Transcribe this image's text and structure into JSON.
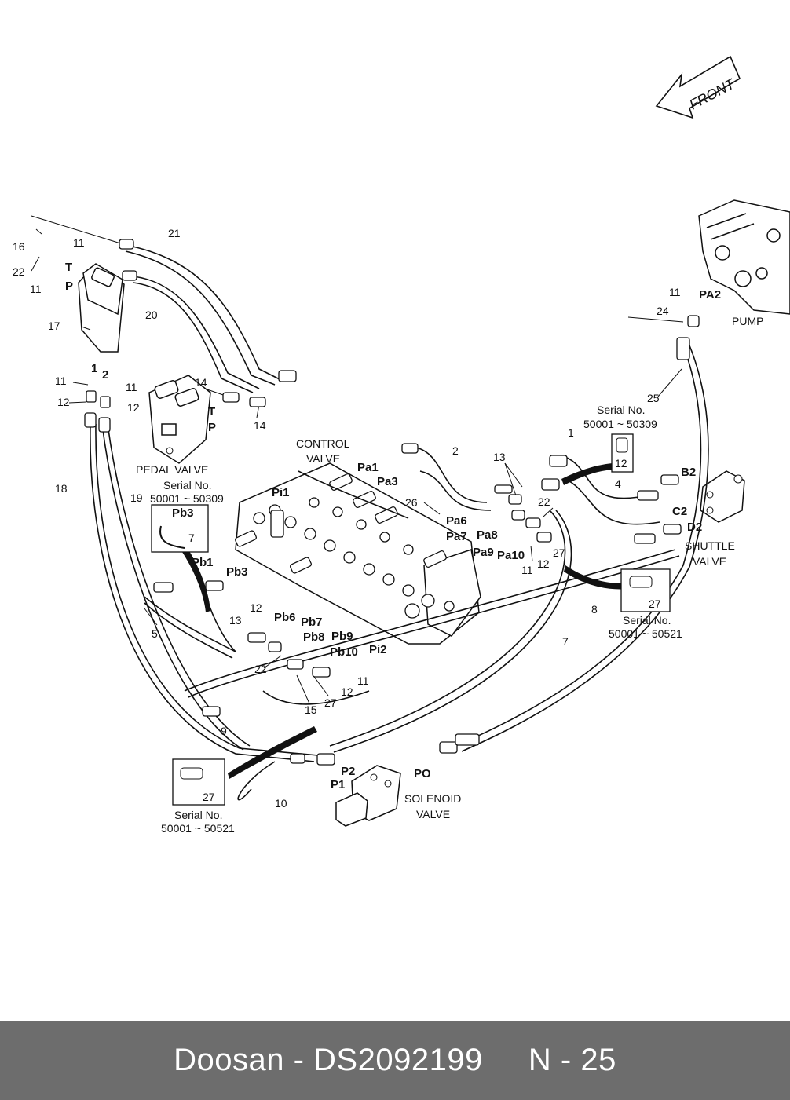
{
  "front_arrow": "FRONT",
  "assemblies": {
    "control_valve": [
      "CONTROL",
      "VALVE"
    ],
    "pedal_valve": "PEDAL VALVE",
    "pump": "PUMP",
    "shuttle_valve": [
      "SHUTTLE",
      "VALVE"
    ],
    "solenoid_valve": [
      "SOLENOID",
      "VALVE"
    ]
  },
  "serials": {
    "s1": [
      "Serial No.",
      "50001 ~ 50309"
    ],
    "s2": [
      "Serial No.",
      "50001 ~ 50309"
    ],
    "s3": [
      "Serial No.",
      "50001 ~ 50521"
    ],
    "s4": [
      "Serial No.",
      "50001 ~ 50521"
    ]
  },
  "inset_labels": {
    "pb3": "Pb3",
    "seven": "7",
    "twelve": "12",
    "i27a": "27",
    "i27b": "27"
  },
  "ports": [
    {
      "t": "T"
    },
    {
      "t": "P"
    },
    {
      "t": "1"
    },
    {
      "t": "2"
    },
    {
      "t": "T"
    },
    {
      "t": "P"
    },
    {
      "t": "PA2"
    },
    {
      "t": "B2"
    },
    {
      "t": "C2"
    },
    {
      "t": "D2"
    },
    {
      "t": "Pa1"
    },
    {
      "t": "Pa3"
    },
    {
      "t": "Pi1"
    },
    {
      "t": "Pa6"
    },
    {
      "t": "Pa7"
    },
    {
      "t": "Pa8"
    },
    {
      "t": "Pa9"
    },
    {
      "t": "Pa10"
    },
    {
      "t": "Pb1"
    },
    {
      "t": "Pb3"
    },
    {
      "t": "Pb6"
    },
    {
      "t": "Pb7"
    },
    {
      "t": "Pb8"
    },
    {
      "t": "Pb9"
    },
    {
      "t": "Pb10"
    },
    {
      "t": "Pi2"
    },
    {
      "t": "P2"
    },
    {
      "t": "P1"
    },
    {
      "t": "PO"
    }
  ],
  "callouts": [
    {
      "t": "21"
    },
    {
      "t": "16"
    },
    {
      "t": "11"
    },
    {
      "t": "22"
    },
    {
      "t": "11"
    },
    {
      "t": "17"
    },
    {
      "t": "20"
    },
    {
      "t": "11"
    },
    {
      "t": "11"
    },
    {
      "t": "12"
    },
    {
      "t": "12"
    },
    {
      "t": "14"
    },
    {
      "t": "14"
    },
    {
      "t": "18"
    },
    {
      "t": "19"
    },
    {
      "t": "11"
    },
    {
      "t": "24"
    },
    {
      "t": "25"
    },
    {
      "t": "1"
    },
    {
      "t": "2"
    },
    {
      "t": "13"
    },
    {
      "t": "26"
    },
    {
      "t": "4"
    },
    {
      "t": "22"
    },
    {
      "t": "27"
    },
    {
      "t": "11"
    },
    {
      "t": "12"
    },
    {
      "t": "8"
    },
    {
      "t": "5"
    },
    {
      "t": "13"
    },
    {
      "t": "12"
    },
    {
      "t": "22"
    },
    {
      "t": "15"
    },
    {
      "t": "27"
    },
    {
      "t": "12"
    },
    {
      "t": "11"
    },
    {
      "t": "9"
    },
    {
      "t": "7"
    },
    {
      "t": "10"
    }
  ],
  "footer": {
    "brand": "Doosan",
    "sep": " - ",
    "part_no": "DS2092199",
    "page": "N - 25"
  }
}
